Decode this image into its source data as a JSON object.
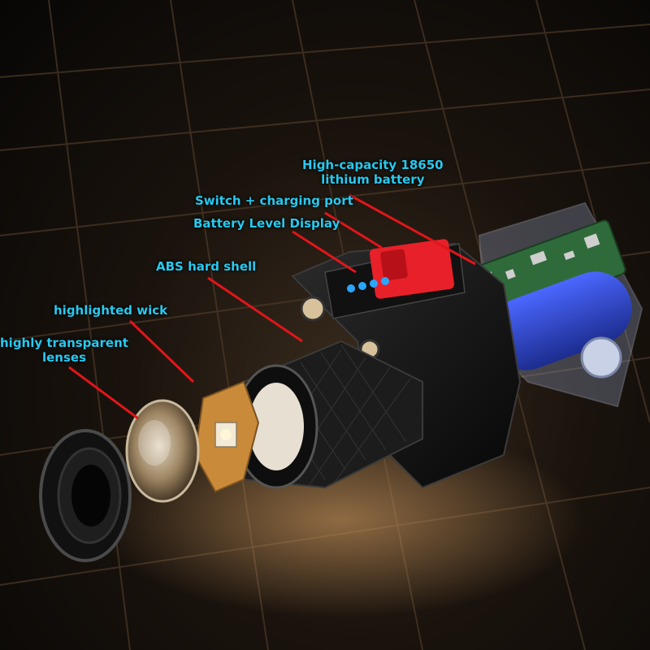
{
  "colors": {
    "label_text": "#27c9ef",
    "leader_line": "#e0161a",
    "shell": "#151515",
    "battery": "#2d45c8",
    "pcb": "#2f6b3a",
    "switch": "#e8202a",
    "indicator": "#2aa6ff"
  },
  "callouts": {
    "battery": {
      "line1": "High-capacity 18650",
      "line2": "lithium battery"
    },
    "switch": {
      "line1": "Switch + charging port"
    },
    "level": {
      "line1": "Battery Level Display"
    },
    "shell": {
      "line1": "ABS hard shell"
    },
    "wick": {
      "line1": "highlighted wick"
    },
    "lens": {
      "line1": "highly transparent",
      "line2": "lenses"
    }
  }
}
